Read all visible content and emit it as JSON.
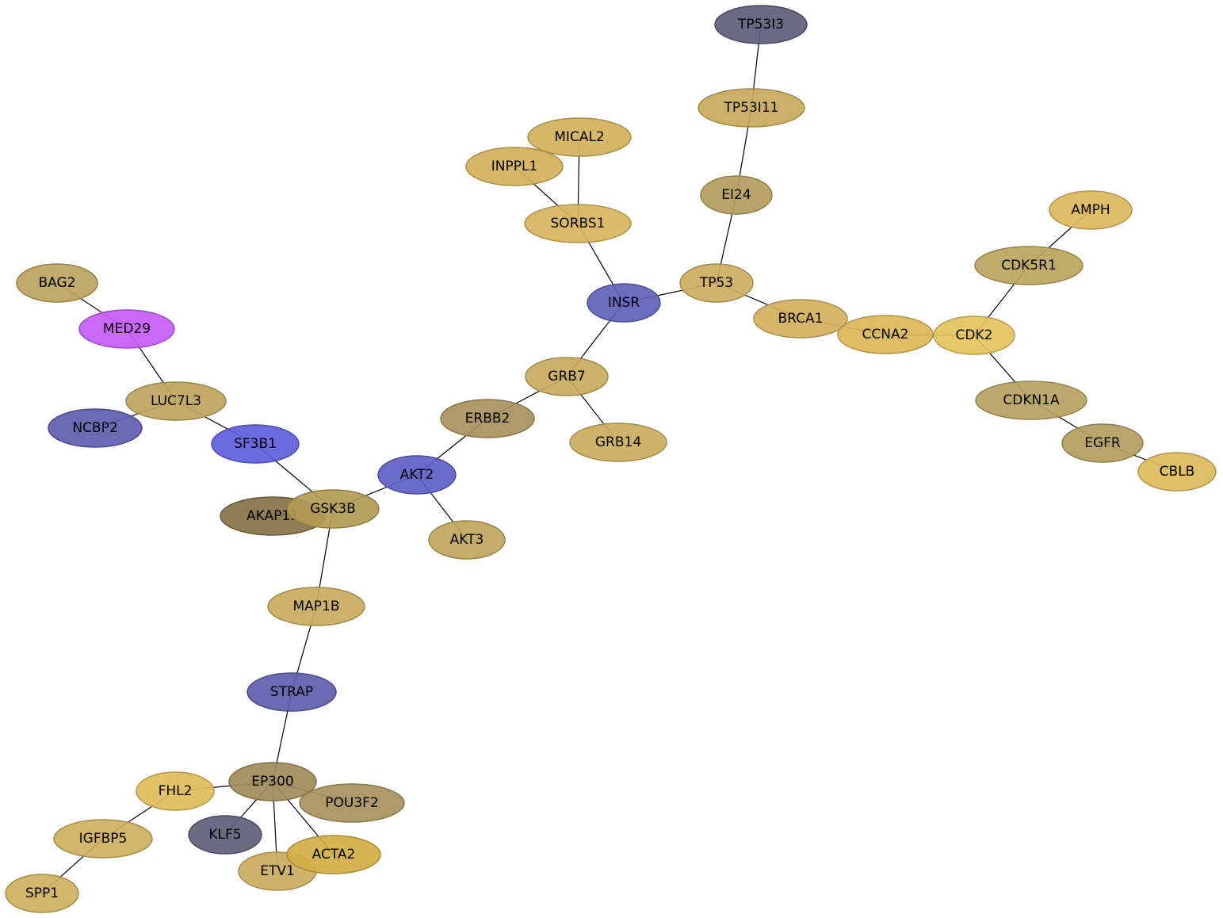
{
  "nodes": [
    {
      "id": "TP53I3",
      "label": "TP53I3",
      "color": "#5d5d7a"
    },
    {
      "id": "TP53I11",
      "label": "TP53I11",
      "color": "#c8a95a"
    },
    {
      "id": "MICAL2",
      "label": "MICAL2",
      "color": "#d2b05a"
    },
    {
      "id": "INPPL1",
      "label": "INPPL1",
      "color": "#d2b05a"
    },
    {
      "id": "EI24",
      "label": "EI24",
      "color": "#b39c5c"
    },
    {
      "id": "SORBS1",
      "label": "SORBS1",
      "color": "#d6b55c"
    },
    {
      "id": "AMPH",
      "label": "AMPH",
      "color": "#dcb95c"
    },
    {
      "id": "CDK5R1",
      "label": "CDK5R1",
      "color": "#bba45e"
    },
    {
      "id": "BAG2",
      "label": "BAG2",
      "color": "#bba35f"
    },
    {
      "id": "TP53",
      "label": "TP53",
      "color": "#cdae5e"
    },
    {
      "id": "INSR",
      "label": "INSR",
      "color": "#6161bb"
    },
    {
      "id": "BRCA1",
      "label": "BRCA1",
      "color": "#d2b05e"
    },
    {
      "id": "MED29",
      "label": "MED29",
      "color": "#c45bf8"
    },
    {
      "id": "CCNA2",
      "label": "CCNA2",
      "color": "#dcb75a"
    },
    {
      "id": "CDK2",
      "label": "CDK2",
      "color": "#e4c35e"
    },
    {
      "id": "GRB7",
      "label": "GRB7",
      "color": "#c8aa5e"
    },
    {
      "id": "LUC7L3",
      "label": "LUC7L3",
      "color": "#bea55e"
    },
    {
      "id": "CDKN1A",
      "label": "CDKN1A",
      "color": "#b9a25f"
    },
    {
      "id": "ERBB2",
      "label": "ERBB2",
      "color": "#a8935c"
    },
    {
      "id": "NCBP2",
      "label": "NCBP2",
      "color": "#5e5eae"
    },
    {
      "id": "GRB14",
      "label": "GRB14",
      "color": "#cbad5e"
    },
    {
      "id": "SF3B1",
      "label": "SF3B1",
      "color": "#5e5edc"
    },
    {
      "id": "EGFR",
      "label": "EGFR",
      "color": "#b49e5e"
    },
    {
      "id": "CBLB",
      "label": "CBLB",
      "color": "#dcbb5c"
    },
    {
      "id": "AKT2",
      "label": "AKT2",
      "color": "#5e5ec4"
    },
    {
      "id": "AKAP11",
      "label": "AKAP11",
      "color": "#857248"
    },
    {
      "id": "GSK3B",
      "label": "GSK3B",
      "color": "#b29b52"
    },
    {
      "id": "AKT3",
      "label": "AKT3",
      "color": "#bfa65e"
    },
    {
      "id": "MAP1B",
      "label": "MAP1B",
      "color": "#c8ab5e"
    },
    {
      "id": "STRAP",
      "label": "STRAP",
      "color": "#5e5eac"
    },
    {
      "id": "EP300",
      "label": "EP300",
      "color": "#a08c5a"
    },
    {
      "id": "FHL2",
      "label": "FHL2",
      "color": "#e0bd5c"
    },
    {
      "id": "POU3F2",
      "label": "POU3F2",
      "color": "#a8935c"
    },
    {
      "id": "IGFBP5",
      "label": "IGFBP5",
      "color": "#cdb05e"
    },
    {
      "id": "KLF5",
      "label": "KLF5",
      "color": "#5e5e78"
    },
    {
      "id": "ETV1",
      "label": "ETV1",
      "color": "#cbad5e"
    },
    {
      "id": "ACTA2",
      "label": "ACTA2",
      "color": "#d2ae45"
    },
    {
      "id": "SPP1",
      "label": "SPP1",
      "color": "#cdb05e"
    }
  ],
  "edges": [
    [
      "TP53I3",
      "TP53I11"
    ],
    [
      "TP53I11",
      "EI24"
    ],
    [
      "EI24",
      "TP53"
    ],
    [
      "MICAL2",
      "SORBS1"
    ],
    [
      "INPPL1",
      "SORBS1"
    ],
    [
      "SORBS1",
      "INSR"
    ],
    [
      "INSR",
      "TP53"
    ],
    [
      "TP53",
      "BRCA1"
    ],
    [
      "BRCA1",
      "CCNA2"
    ],
    [
      "CCNA2",
      "CDK2"
    ],
    [
      "AMPH",
      "CDK5R1"
    ],
    [
      "CDK5R1",
      "CDK2"
    ],
    [
      "CDK2",
      "CDKN1A"
    ],
    [
      "CDKN1A",
      "EGFR"
    ],
    [
      "EGFR",
      "CBLB"
    ],
    [
      "INSR",
      "GRB7"
    ],
    [
      "GRB7",
      "GRB14"
    ],
    [
      "GRB7",
      "ERBB2"
    ],
    [
      "ERBB2",
      "AKT2"
    ],
    [
      "AKT2",
      "AKT3"
    ],
    [
      "AKT2",
      "GSK3B"
    ],
    [
      "BAG2",
      "MED29"
    ],
    [
      "MED29",
      "LUC7L3"
    ],
    [
      "LUC7L3",
      "NCBP2"
    ],
    [
      "LUC7L3",
      "SF3B1"
    ],
    [
      "SF3B1",
      "GSK3B"
    ],
    [
      "GSK3B",
      "AKAP11"
    ],
    [
      "GSK3B",
      "MAP1B"
    ],
    [
      "MAP1B",
      "STRAP"
    ],
    [
      "STRAP",
      "EP300"
    ],
    [
      "EP300",
      "FHL2"
    ],
    [
      "EP300",
      "POU3F2"
    ],
    [
      "EP300",
      "KLF5"
    ],
    [
      "EP300",
      "ETV1"
    ],
    [
      "EP300",
      "ACTA2"
    ],
    [
      "FHL2",
      "IGFBP5"
    ],
    [
      "IGFBP5",
      "SPP1"
    ]
  ]
}
